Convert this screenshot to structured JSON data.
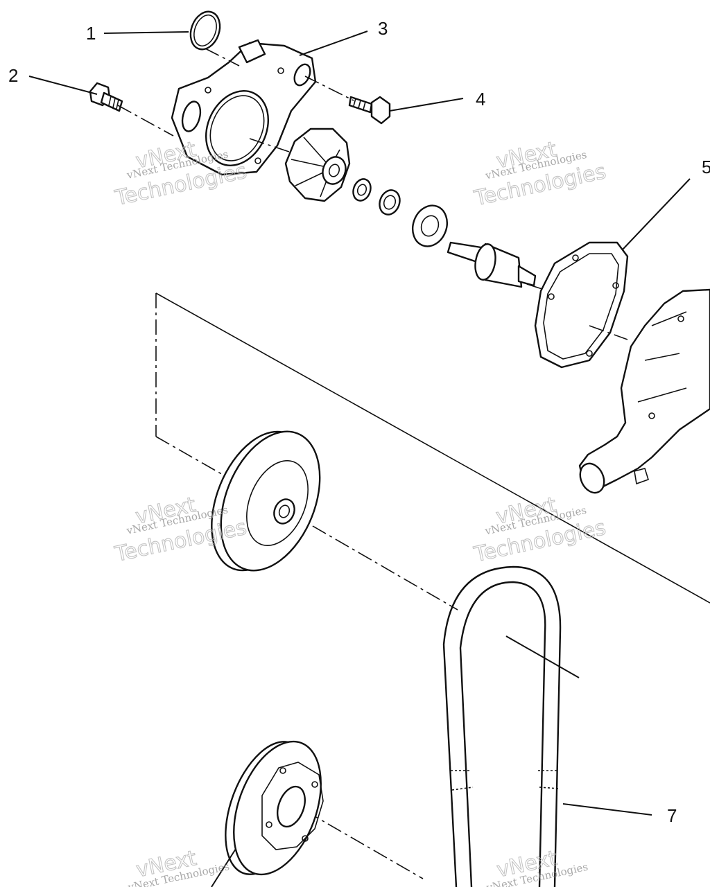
{
  "callouts": {
    "c1": "1",
    "c2": "2",
    "c3": "3",
    "c4": "4",
    "c5": "5",
    "c7": "7"
  },
  "watermark": {
    "line_small": "vNext Technologies",
    "line_top": "vNext",
    "line_bottom": "Technologies"
  },
  "parts": [
    "o-ring",
    "drain-bolt",
    "pump-cover",
    "flange-bolt",
    "gasket",
    "impeller",
    "seals",
    "bearing-shaft",
    "pump-housing",
    "large-pulley",
    "drive-belt",
    "small-pulley"
  ],
  "colors": {
    "ink": "#111111",
    "watermark": "#b5b5b5"
  }
}
